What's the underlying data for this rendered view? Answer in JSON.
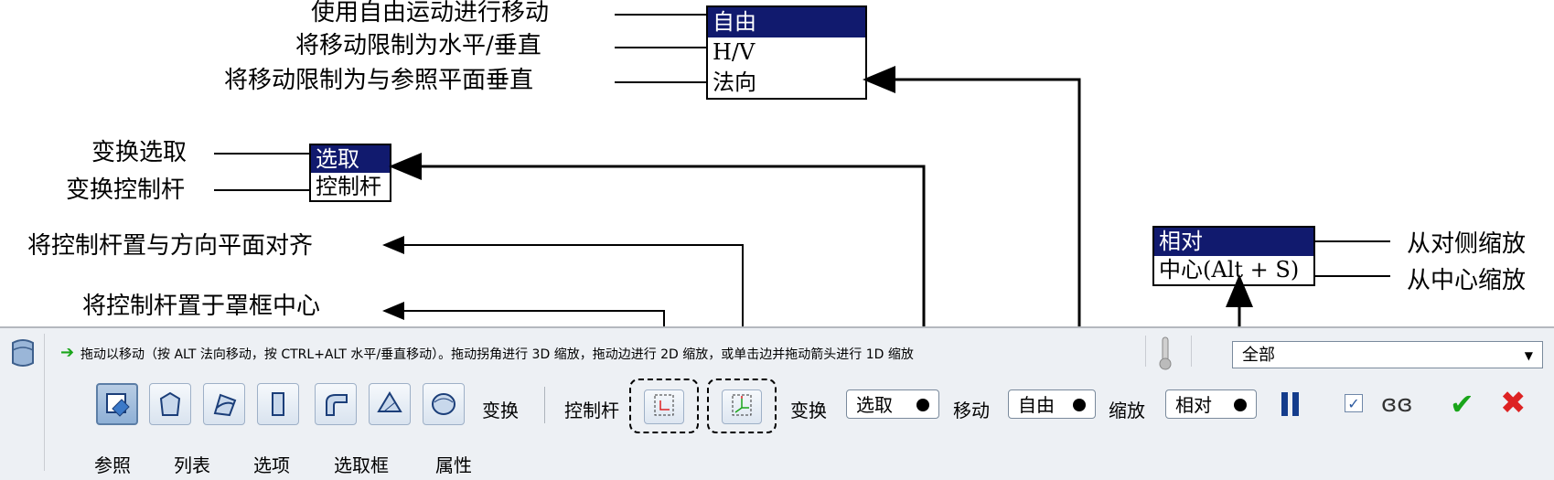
{
  "annotations": {
    "move_free": "使用自由运动进行移动",
    "move_hv": "将移动限制为水平/垂直",
    "move_normal": "将移动限制为与参照平面垂直",
    "transform_select": "变换选取",
    "transform_dragger": "变换控制杆",
    "align_dragger": "将控制杆置与方向平面对齐",
    "center_dragger": "将控制杆置于罩框中心",
    "scale_opposite": "从对侧缩放",
    "scale_center": "从中心缩放"
  },
  "move_menu": [
    "自由",
    "H/V",
    "法向"
  ],
  "transform_menu": [
    "选取",
    "控制杆"
  ],
  "scale_menu": [
    "相对",
    "中心(Alt + S)"
  ],
  "dashboard": {
    "message": "拖动以移动（按 ALT 法向移动，按 CTRL+ALT 水平/垂直移动）。拖动拐角进行 3D 缩放，拖动边进行 2D 缩放，或单击边并拖动箭头进行 1D 缩放",
    "filter": "全部",
    "transform_label": "变换",
    "dragger_label": "控制杆",
    "transform2_label": "变换",
    "transform_value": "选取",
    "move_label": "移动",
    "move_value": "自由",
    "scale_label": "缩放",
    "scale_value": "相对",
    "tabs": [
      "参照",
      "列表",
      "选项",
      "选取框",
      "属性"
    ]
  },
  "colors": {
    "menu_highlight": "#111a6e",
    "ok": "#1aa51a",
    "cancel": "#dd2222"
  }
}
